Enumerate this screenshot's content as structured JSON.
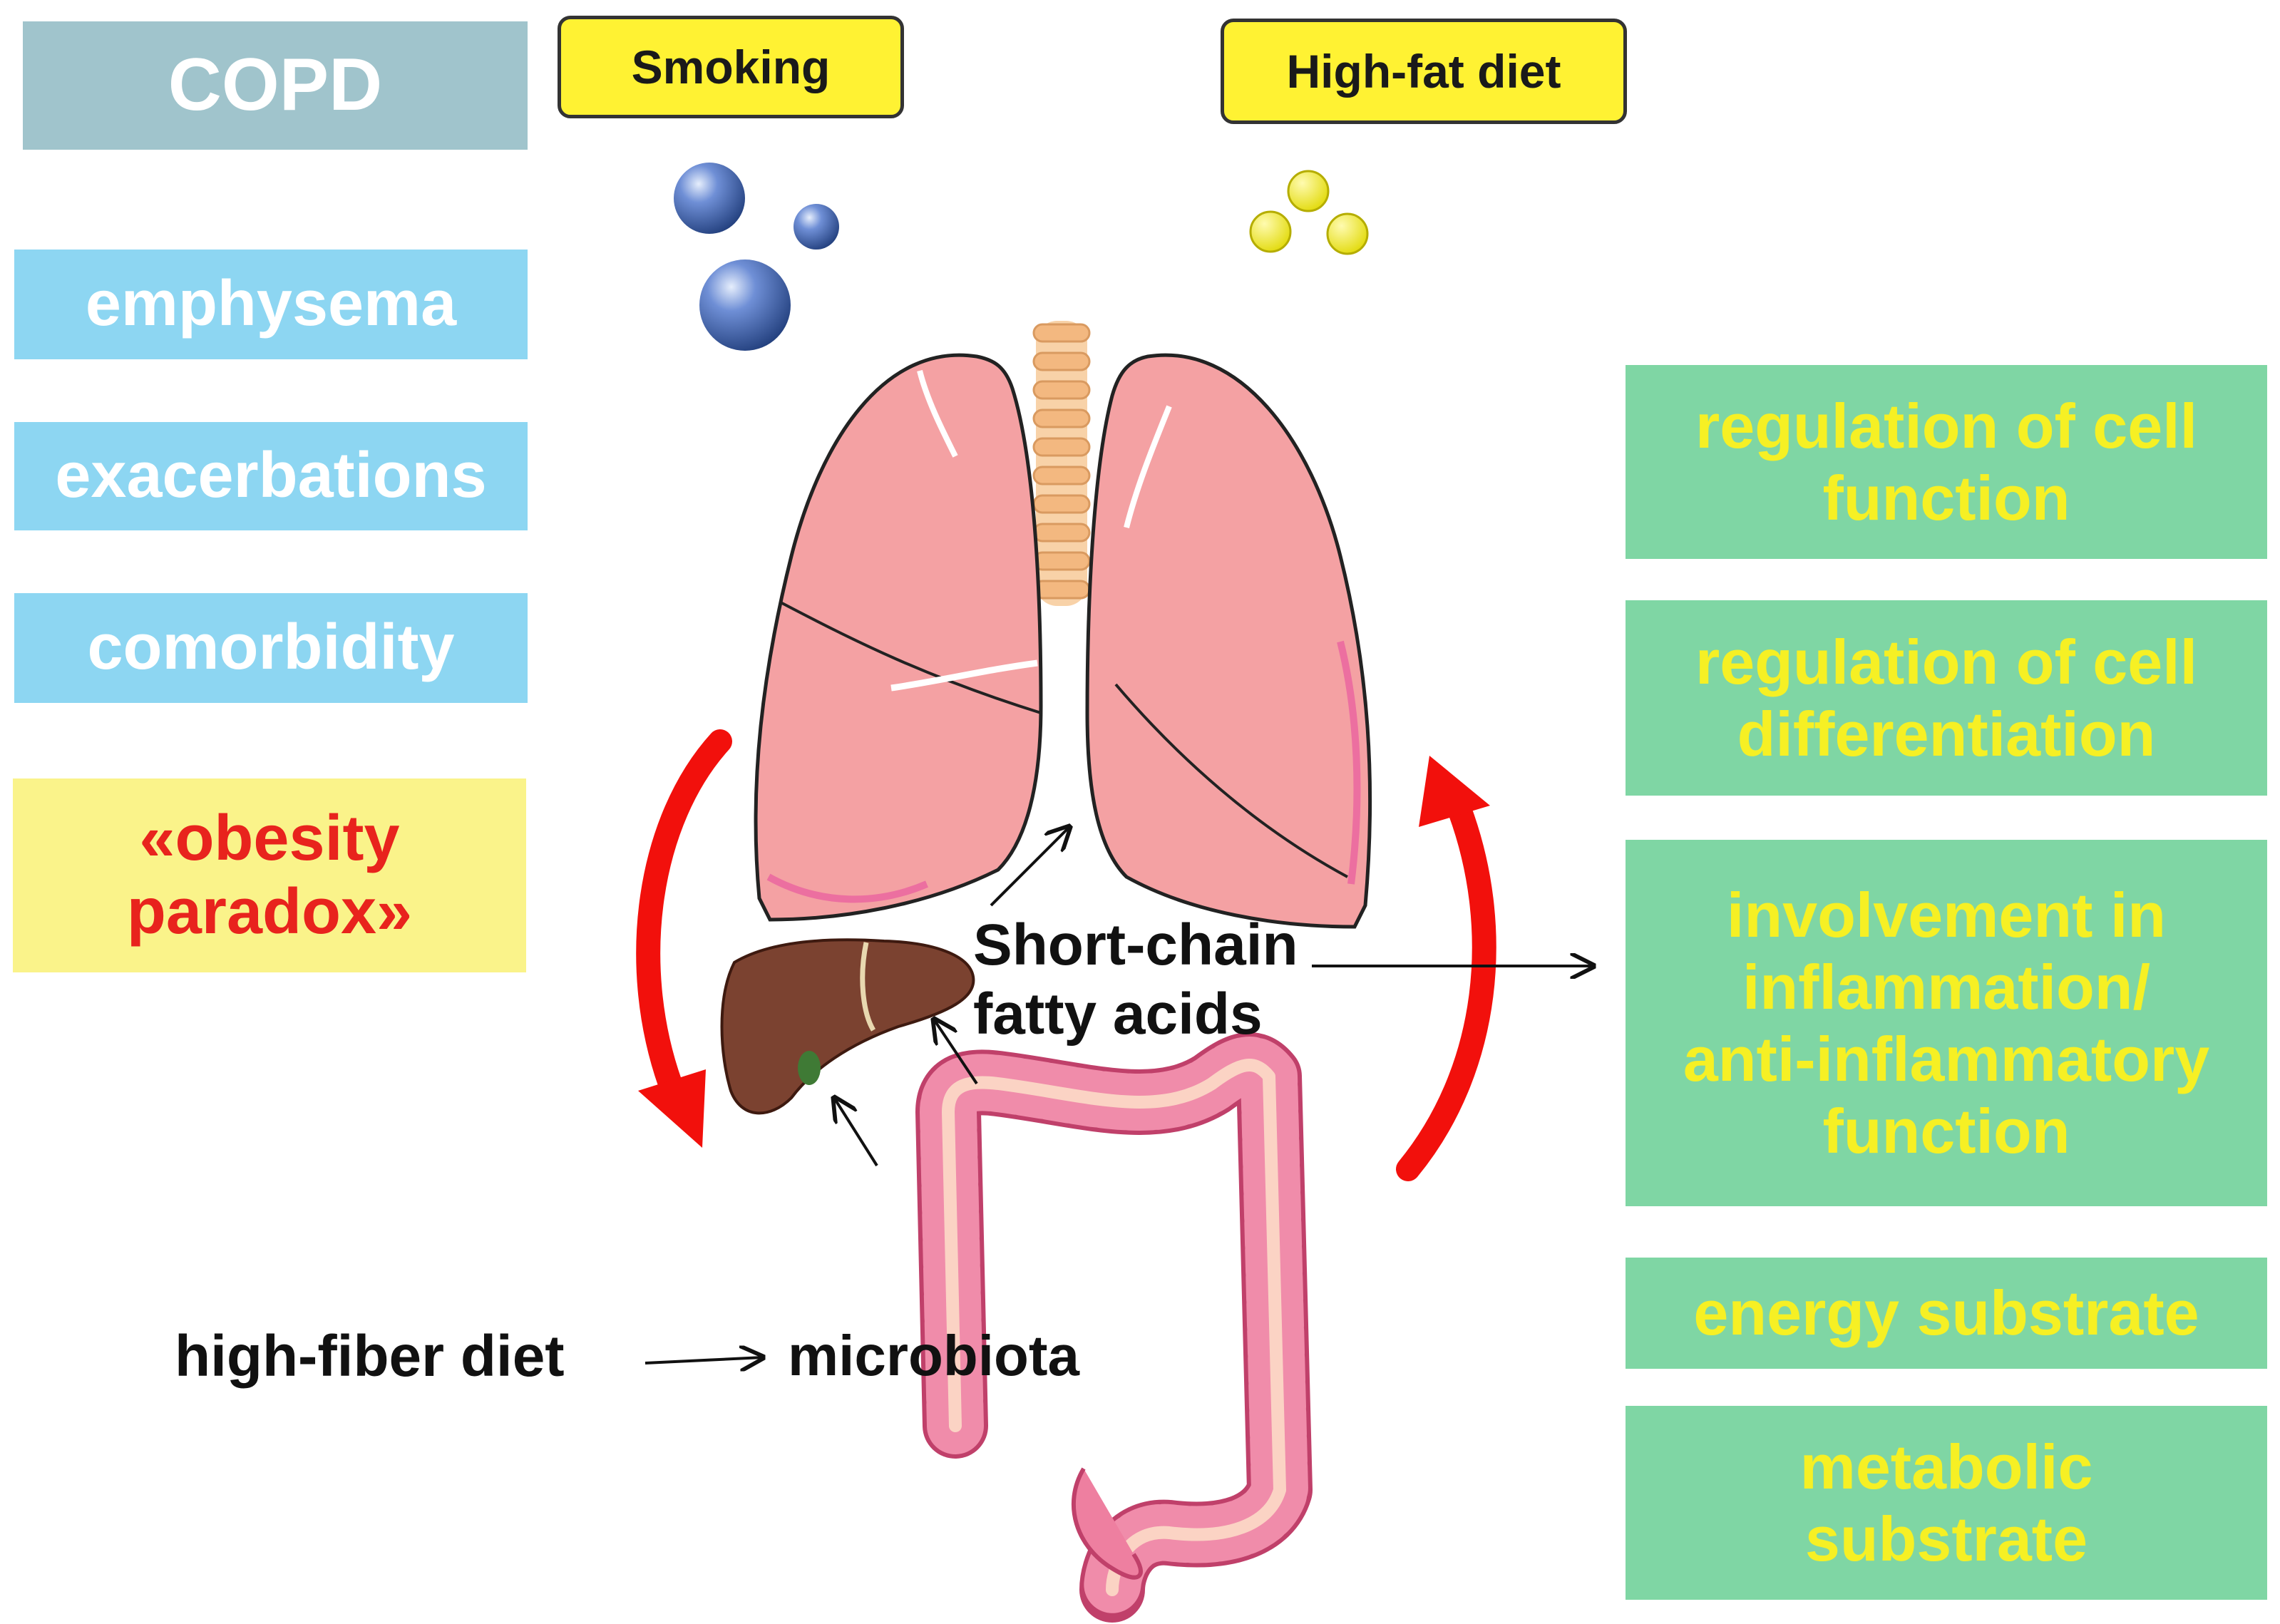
{
  "left": {
    "title": "COPD",
    "items": [
      "emphysema",
      "exacerbations",
      "comorbidity"
    ],
    "paradox": [
      "«obesity",
      "paradox»"
    ]
  },
  "factors": {
    "smoking": "Smoking",
    "high_fat": "High-fat diet"
  },
  "center": {
    "scfa": [
      "Short-chain",
      "fatty acids"
    ],
    "fiber": "high-fiber diet",
    "microbiota": "microbiota"
  },
  "functions": [
    {
      "lines": [
        "regulation of cell",
        "function"
      ]
    },
    {
      "lines": [
        "regulation of cell",
        "differentiation"
      ]
    },
    {
      "lines": [
        "involvement in",
        "inflammation/",
        "anti-inflammatory",
        "function"
      ]
    },
    {
      "lines": [
        "energy substrate"
      ]
    },
    {
      "lines": [
        "metabolic",
        "substrate"
      ]
    }
  ],
  "colors": {
    "copd_box": "#a0c4cc",
    "symptom_box": "#8dd6f2",
    "paradox_box": "#faf38a",
    "paradox_text": "#e8231d",
    "function_box": "#7fd6a4",
    "function_text": "#f6f024",
    "factor_pill": "#fff233",
    "cycle_arrow": "#f2100c"
  },
  "icons": [
    "smoke-particle-icon",
    "fat-droplet-icon",
    "lungs-icon",
    "trachea-icon",
    "liver-icon",
    "colon-icon"
  ]
}
